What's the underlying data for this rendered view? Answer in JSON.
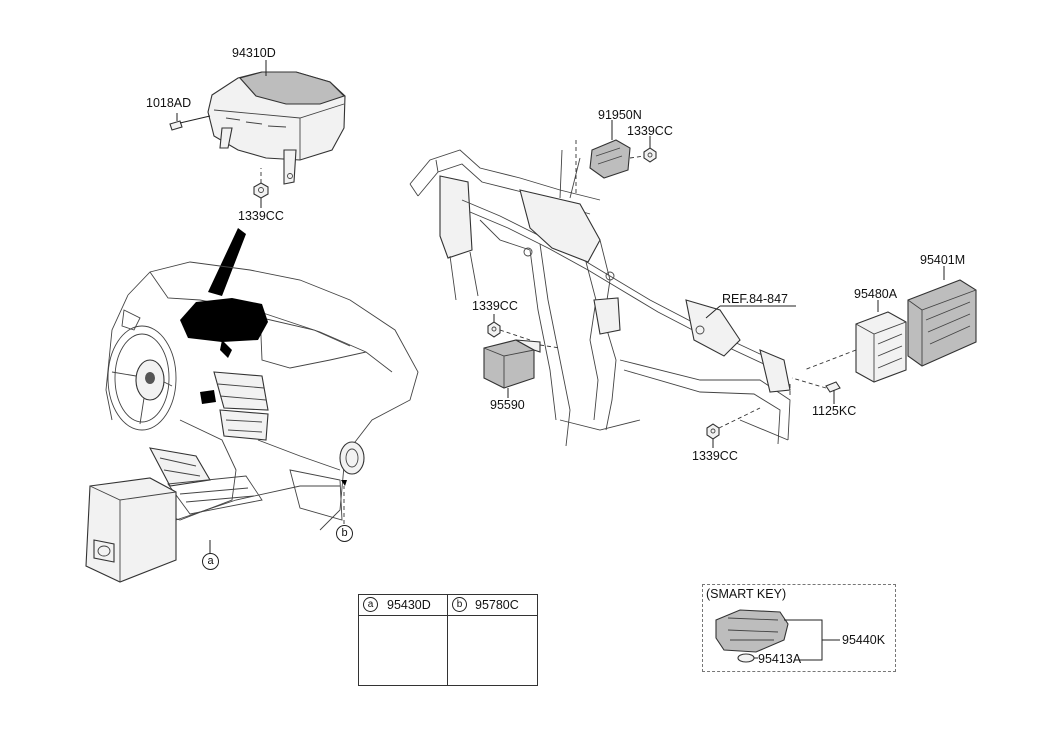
{
  "parts": {
    "cluster": "94310D",
    "screw_cluster": "1018AD",
    "nut_cluster": "1339CC",
    "sensor": "91950N",
    "nut_sensor": "1339CC",
    "nut_module": "1339CC",
    "module": "95590",
    "nut_beam": "1339CC",
    "ref": "REF.84-847",
    "ecu_outer": "95401M",
    "ecu_inner": "95480A",
    "bolt_ecu": "1125KC",
    "smart_key_title": "(SMART KEY)",
    "smart_key": "95440K",
    "battery": "95413A"
  },
  "callouts": {
    "a": "a",
    "b": "b"
  },
  "table": {
    "col_a_marker": "a",
    "col_a_part": "95430D",
    "col_b_marker": "b",
    "col_b_part": "95780C"
  }
}
